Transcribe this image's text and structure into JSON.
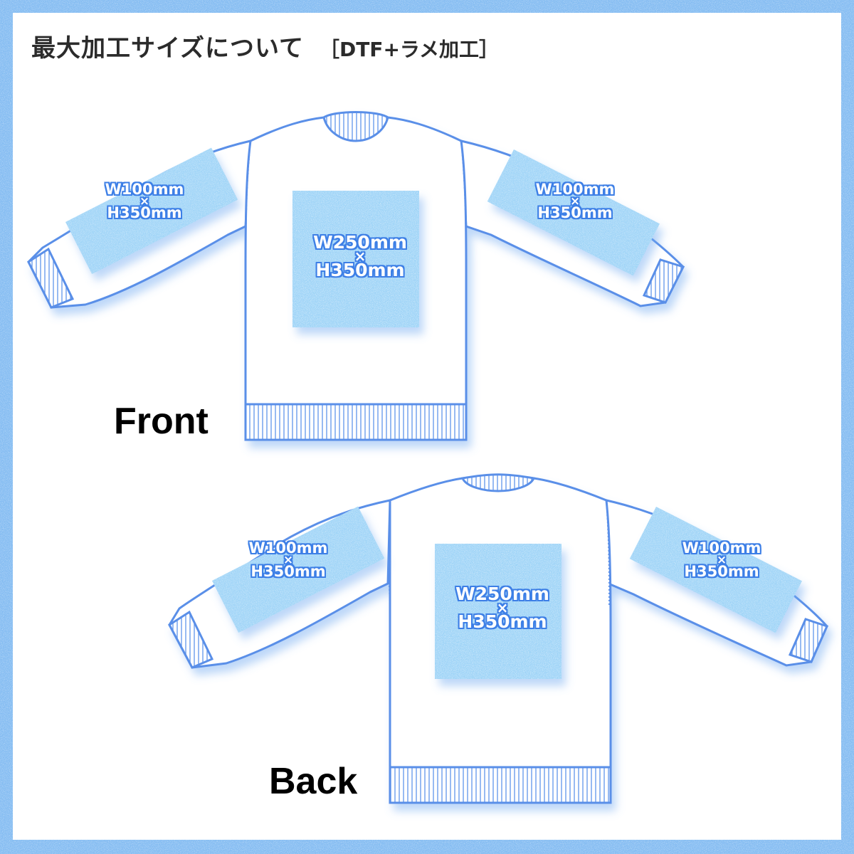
{
  "header": {
    "title": "最大加工サイズについて",
    "subtitle": "［DTF+ラメ加工］"
  },
  "views": {
    "front": {
      "label": "Front"
    },
    "back": {
      "label": "Back"
    }
  },
  "areas": {
    "front_left_sleeve": {
      "width": "W100mm",
      "times": "×",
      "height": "H350mm"
    },
    "front_body": {
      "width": "W250mm",
      "times": "×",
      "height": "H350mm"
    },
    "front_right_sleeve": {
      "width": "W100mm",
      "times": "×",
      "height": "H350mm"
    },
    "back_left_sleeve": {
      "width": "W100mm",
      "times": "×",
      "height": "H350mm"
    },
    "back_body": {
      "width": "W250mm",
      "times": "×",
      "height": "H350mm"
    },
    "back_right_sleeve": {
      "width": "W100mm",
      "times": "×",
      "height": "H350mm"
    }
  },
  "colors": {
    "frame_glitter": "#8fc3f4",
    "glitter_fill": "#9fd4f7",
    "outline": "#4f86e8",
    "label_outline": "#3d7fe6"
  }
}
